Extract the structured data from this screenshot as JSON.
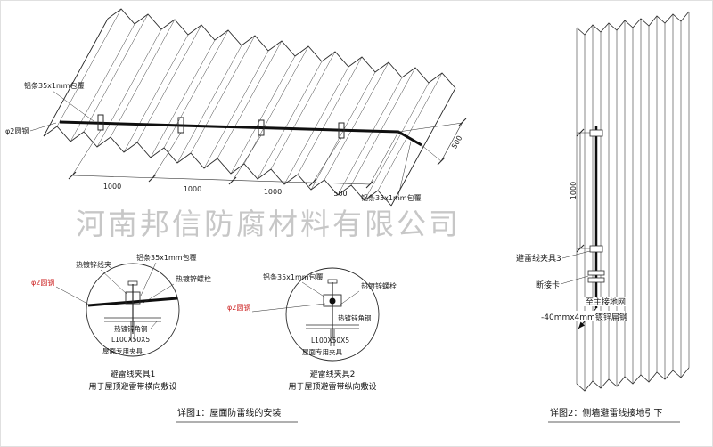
{
  "colors": {
    "accent_red": "#cc2222",
    "line": "#2b2b2b",
    "watermark": "#9a9a9a"
  },
  "watermark": "河南邦信防腐材料有限公司",
  "roof_plan": {
    "label_alu_strip_top": "铝条35x1mm包覆",
    "label_round_steel": "φ2圆钢",
    "label_alu_strip_right": "铝条35x1mm包覆",
    "dim_segments": [
      "1000",
      "1000",
      "1000",
      "500"
    ],
    "dim_right": "500"
  },
  "detail_1": {
    "label_wire_clip": "热镀锌线夹",
    "label_alu_strip": "铝条35x1mm包覆",
    "label_bolt": "热镀锌螺栓",
    "label_round_steel": "φ2圆钢",
    "label_angle_steel": "热镀锌角钢",
    "label_angle_size": "L100X50X5",
    "label_roof_fixture": "屋面专用夹具",
    "title": "避雷线夹具1",
    "subtitle": "用于屋顶避雷带横向敷设"
  },
  "detail_2": {
    "label_alu_strip": "铝条35x1mm包覆",
    "label_bolt": "热镀锌螺栓",
    "label_round_steel": "φ2圆钢",
    "label_angle_steel": "热镀锌角钢",
    "label_angle_size": "L100X50X5",
    "label_roof_fixture": "屋面专用夹具",
    "title": "避雷线夹具2",
    "subtitle": "用于屋顶避雷带纵向敷设"
  },
  "caption_1": "详图1：屋面防雷线的安装",
  "wall_elevation": {
    "dim_vertical": "1000",
    "label_clamp_3": "避雷线夹具3",
    "label_disconnect_link": "断接卡",
    "label_to_ground_grid": "至主接地网",
    "label_flat_steel": "-40mmx4mm镀锌扁钢"
  },
  "caption_2": "详图2：侧墙避雷线接地引下"
}
